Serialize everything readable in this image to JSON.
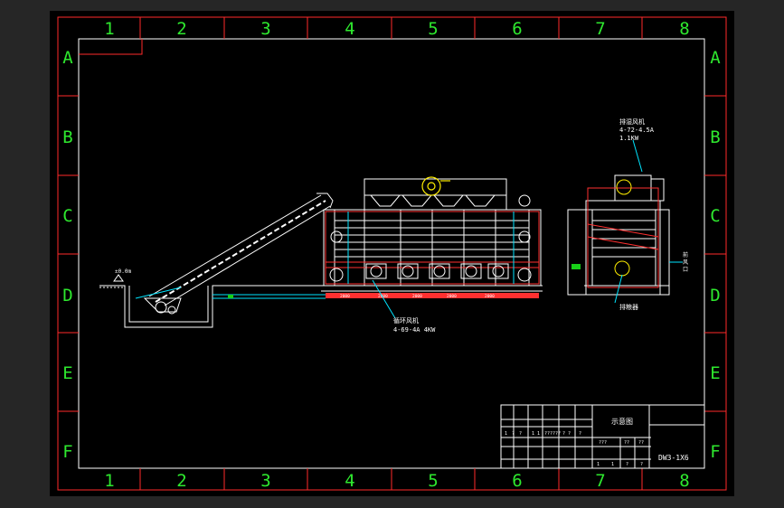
{
  "colors": {
    "background": "#000000",
    "frame": "#ff2a2a",
    "grid": "#ffffff",
    "labels": "#2ee82e",
    "geometry": "#ffffff",
    "cyan": "#00e5ff",
    "yellow": "#ffee00",
    "green": "#18d018",
    "red": "#ff3030"
  },
  "border": {
    "columns": [
      "1",
      "2",
      "3",
      "4",
      "5",
      "6",
      "7",
      "8"
    ],
    "rows": [
      "A",
      "B",
      "C",
      "D",
      "E",
      "F"
    ]
  },
  "annotations": {
    "ground_level": "±0.0m",
    "exhaust_fan_name": "排湿风机",
    "exhaust_fan_model": "4-72-4.5A",
    "exhaust_fan_power": "1.1KW",
    "circ_fan_name": "循环风机",
    "circ_fan_model": "4-69-4A 4KW",
    "side_label_1": "前",
    "side_label_2": "风",
    "side_label_3": "口",
    "discharger": "排粮器"
  },
  "dimensions": [
    "2000",
    "2000",
    "2000",
    "2000",
    "2000"
  ],
  "title_block": {
    "title": "示意图",
    "drawing_no": "DW3-1X6",
    "cells_row_a": [
      "1",
      "?",
      "?",
      "1",
      "1",
      "??????",
      "?",
      "?",
      "?"
    ],
    "cells_row_b": [
      "???",
      "??",
      "??"
    ],
    "cells_row_c": [
      "1",
      "1",
      "?",
      "?"
    ]
  }
}
